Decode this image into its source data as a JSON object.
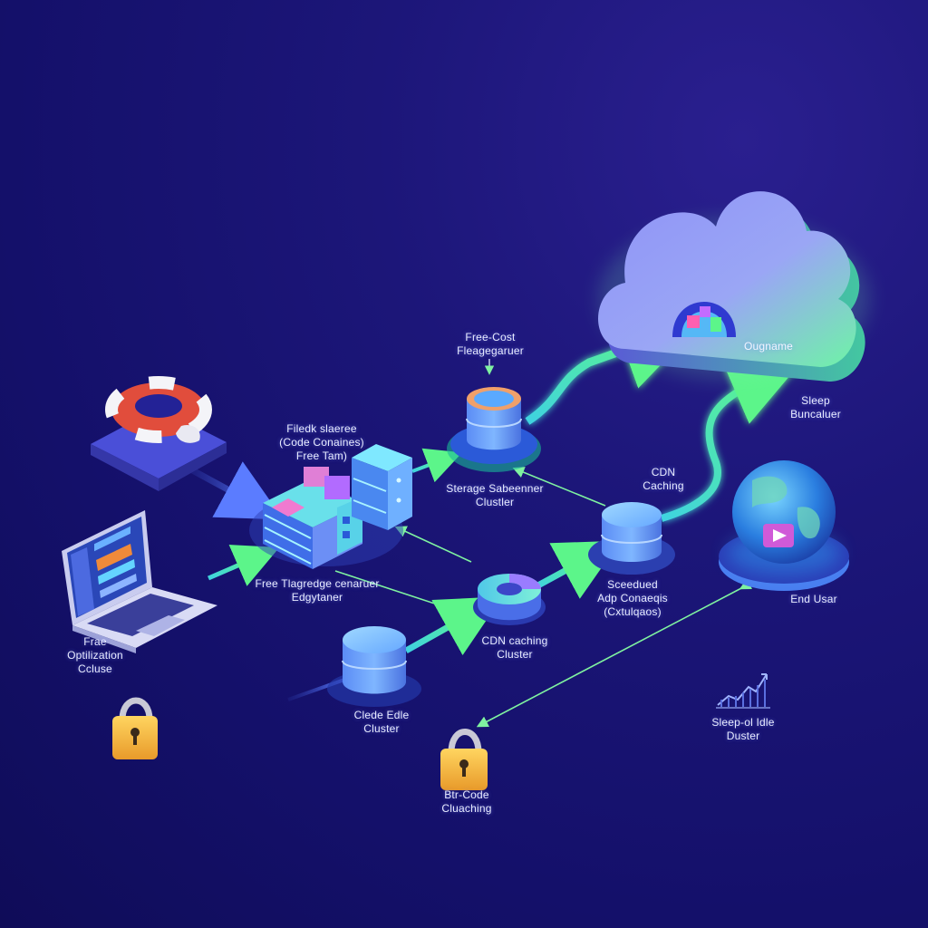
{
  "labels": {
    "free_cost": "Free-Cost\nFleagegaruer",
    "cloud": "Ougname",
    "sleep_bundle": "Sleep\nBuncaluer",
    "file_storage": "Filedk slaeree\n(Code Conaines)\nFree Tam)",
    "storage_cluster": "Sterage Sabeenner\nClustler",
    "cdn_caching_top": "CDN\nCaching",
    "free_edge": "Free Tlagredge cenaruer\nEdgytaner",
    "scheduled": "Sceedued\nAdp Conaeqis\n(Cxtulqaos)",
    "end_user": "End Usar",
    "free_optimization": "Frae\nOptilization\nCcluse",
    "cdn_cluster": "CDN caching\nCluster",
    "code_edge": "Clede Edle\nCluster",
    "code_caching": "Btr-Code\nCluaching",
    "sleep_idle": "Sleep-ol Idle\nDuster"
  },
  "colors": {
    "bg": "#17127a",
    "arrow_green": "#55f08a",
    "arrow_blue": "#4f7cff",
    "cloud_purple": "#8a8ef8",
    "cloud_green": "#7cf3b0",
    "db_blue": "#6aa6ff",
    "db_teal": "#6ff0d8",
    "lock_yellow": "#f4c142"
  },
  "icons": [
    "lifebuoy-icon",
    "laptop-icon",
    "server-stack-icon",
    "database-icon",
    "cloud-icon",
    "globe-icon",
    "lock-icon",
    "growth-chart-icon"
  ]
}
